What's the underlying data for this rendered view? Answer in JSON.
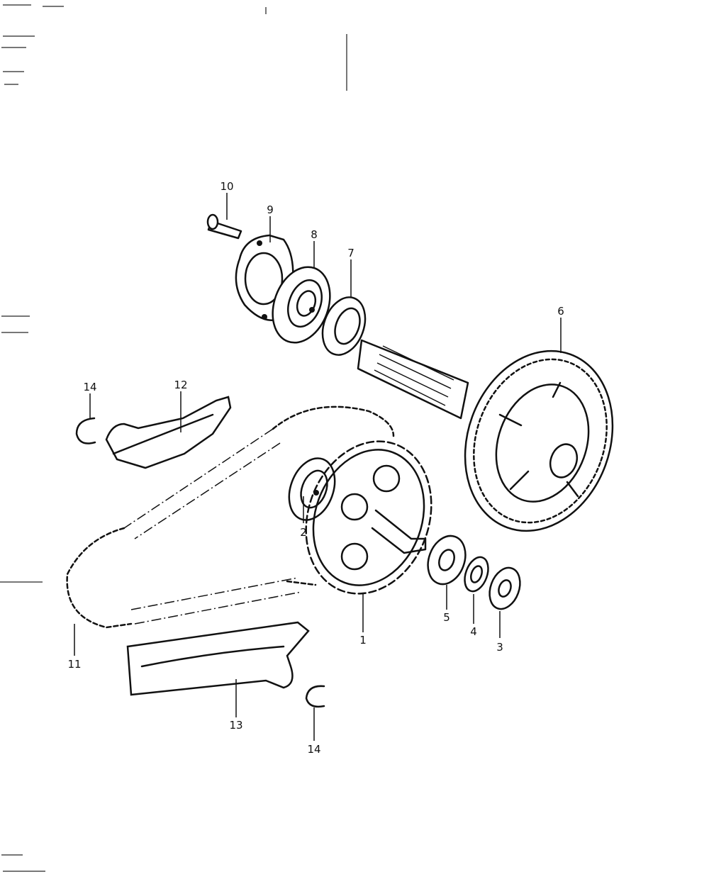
{
  "diagram": {
    "type": "exploded-parts-diagram",
    "ink_color": "#111111",
    "paper_color": "#ffffff",
    "callouts": [
      {
        "id": "c1",
        "label": "1"
      },
      {
        "id": "c2",
        "label": "2"
      },
      {
        "id": "c3",
        "label": "3"
      },
      {
        "id": "c4",
        "label": "4"
      },
      {
        "id": "c5",
        "label": "5"
      },
      {
        "id": "c6",
        "label": "6"
      },
      {
        "id": "c7",
        "label": "7"
      },
      {
        "id": "c8",
        "label": "8"
      },
      {
        "id": "c9",
        "label": "9"
      },
      {
        "id": "c10",
        "label": "10"
      },
      {
        "id": "c11",
        "label": "11"
      },
      {
        "id": "c12",
        "label": "12"
      },
      {
        "id": "c13",
        "label": "13"
      },
      {
        "id": "c14a",
        "label": "14"
      },
      {
        "id": "c14b",
        "label": "14"
      }
    ]
  }
}
